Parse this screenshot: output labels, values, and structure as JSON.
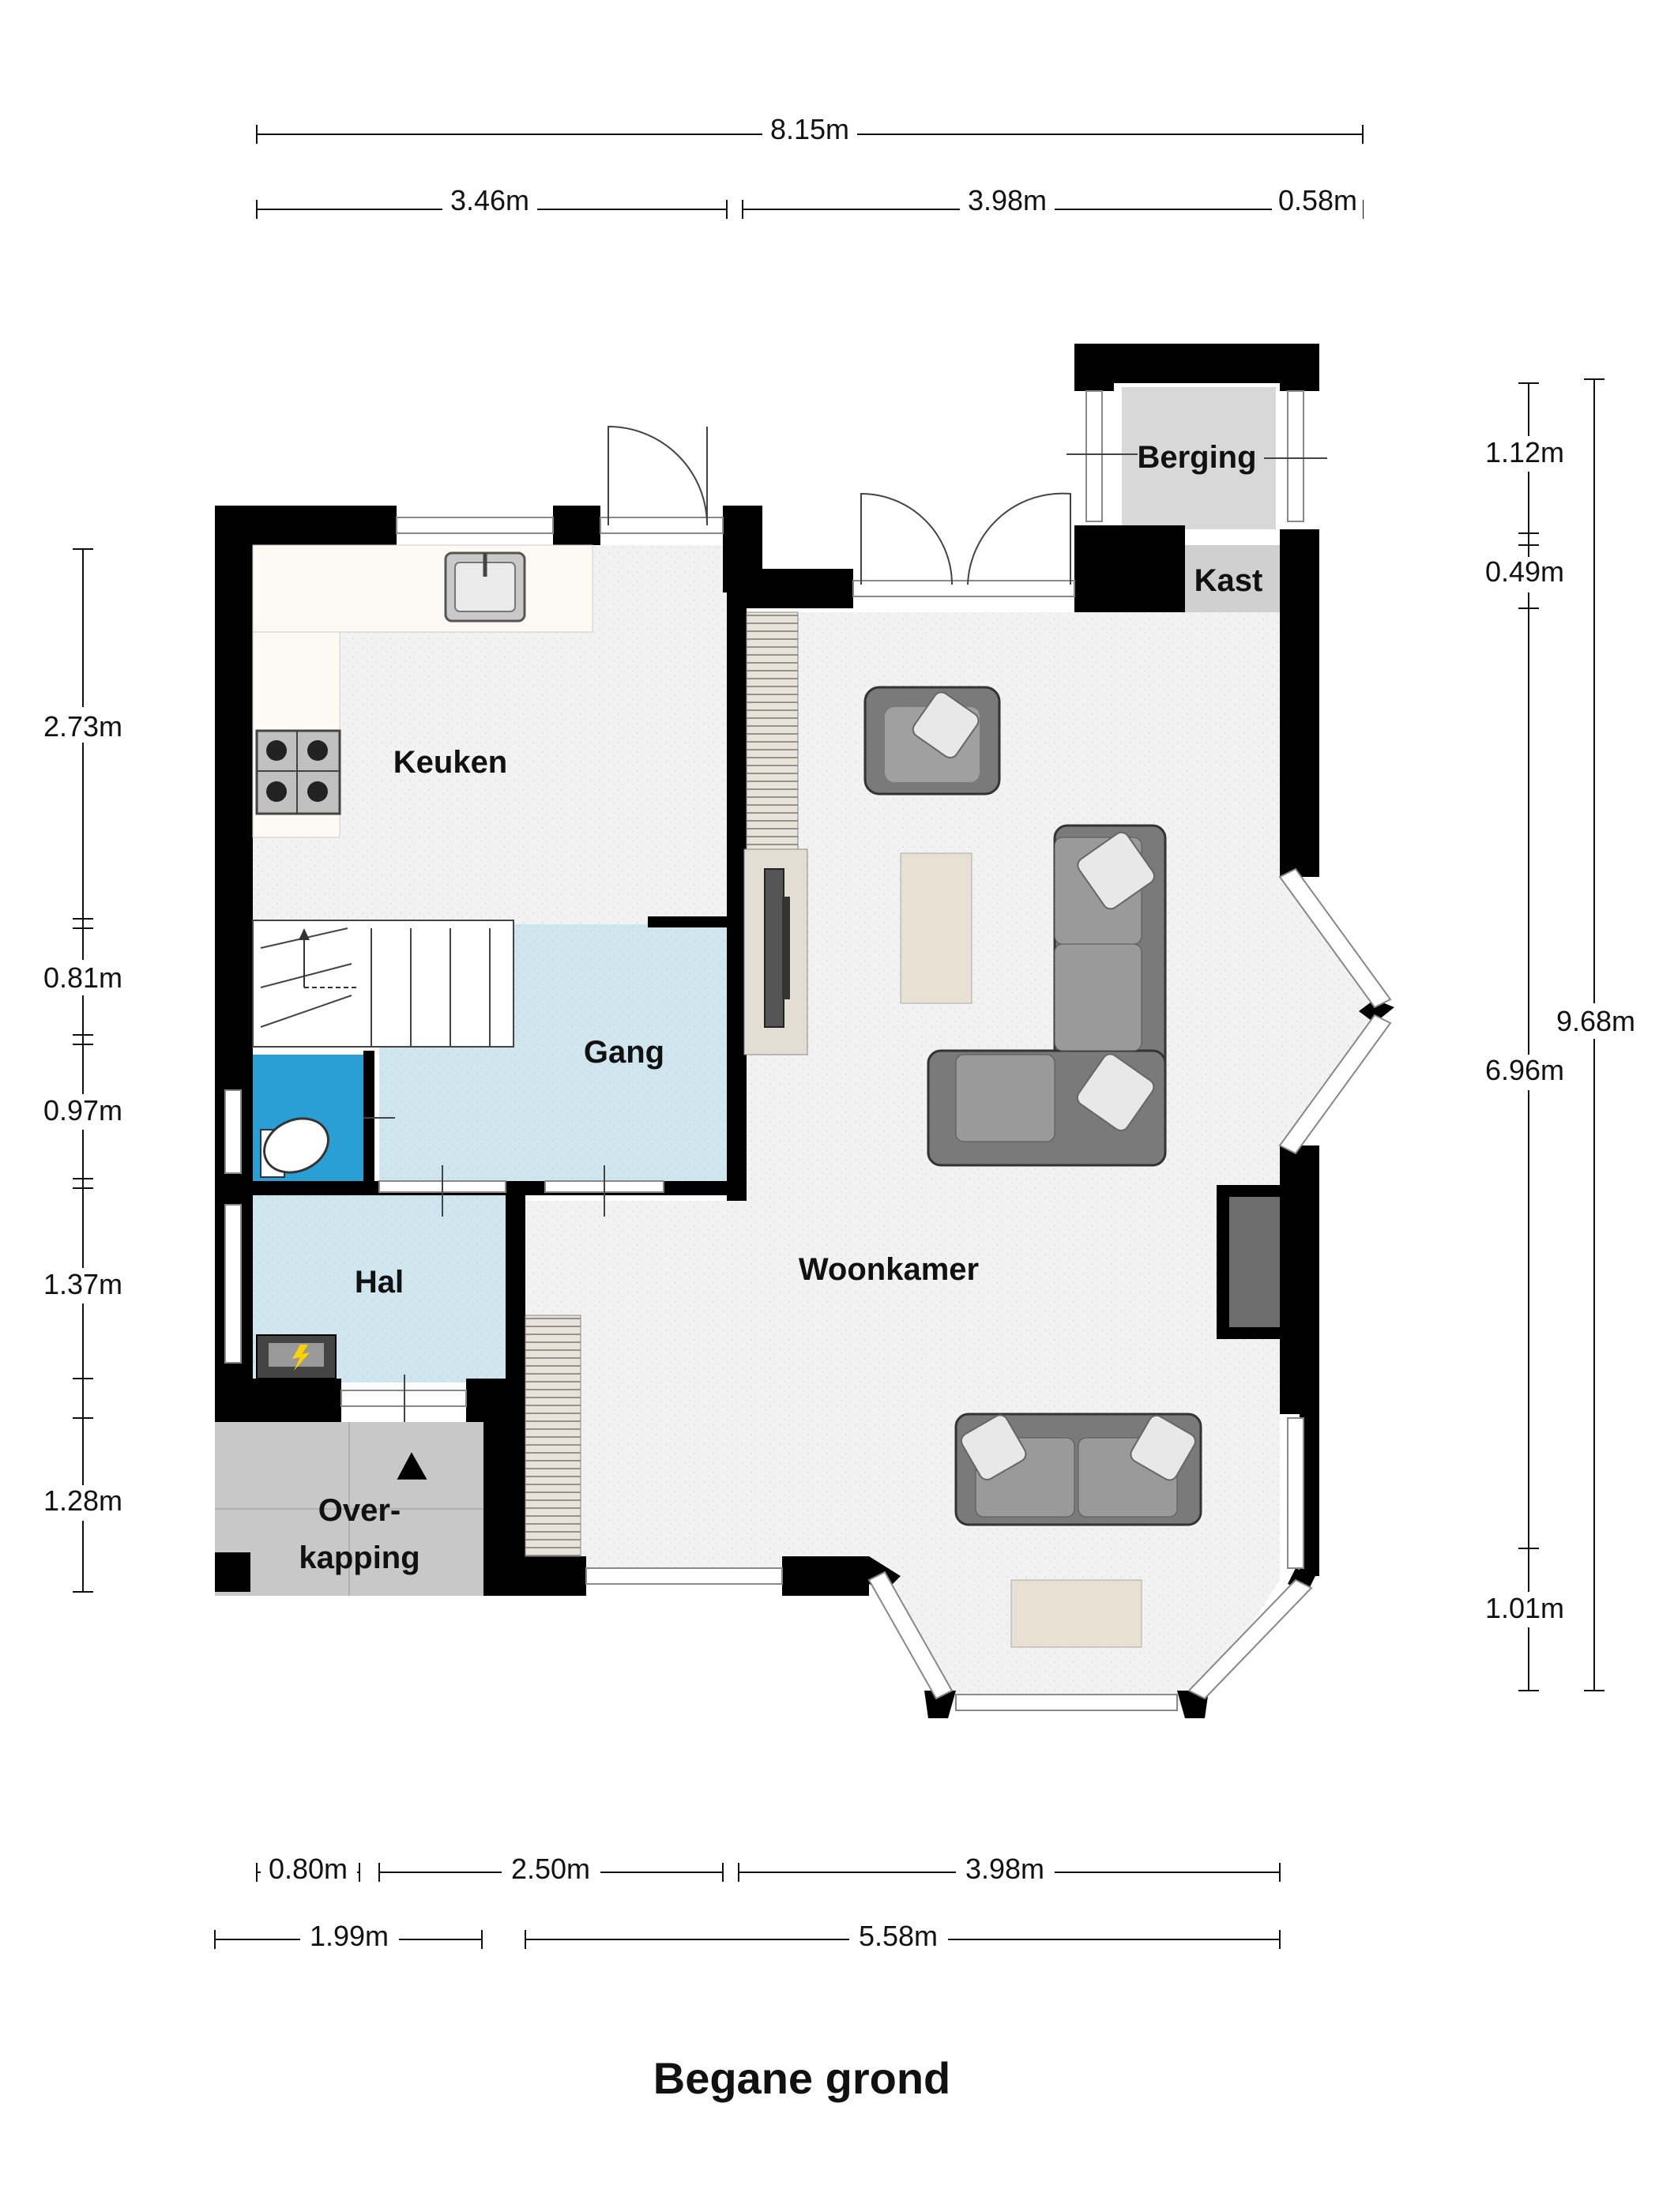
{
  "title": "Begane grond",
  "dimensions": {
    "top_total": "8.15m",
    "top_left": "3.46m",
    "top_mid": "3.98m",
    "top_right": "0.58m",
    "left_1": "2.73m",
    "left_2": "0.81m",
    "left_3": "0.97m",
    "left_4": "1.37m",
    "left_5": "1.28m",
    "right_1": "1.12m",
    "right_2": "0.49m",
    "right_3": "6.96m",
    "right_4": "1.01m",
    "right_total": "9.68m",
    "bottom_1": "0.80m",
    "bottom_2": "2.50m",
    "bottom_3": "3.98m",
    "bottom_4": "1.99m",
    "bottom_5": "5.58m"
  },
  "rooms": {
    "keuken": "Keuken",
    "gang": "Gang",
    "hal": "Hal",
    "overkapping_1": "Over-",
    "overkapping_2": "kapping",
    "woonkamer": "Woonkamer",
    "berging": "Berging",
    "kast": "Kast"
  },
  "colors": {
    "wall": "#000000",
    "floor_grey": "#f0f0f0",
    "floor_blue": "#cfe6ee",
    "toilet_blue": "#2a9fd6",
    "furniture_grey": "#8a8a8a",
    "outdoor_grey": "#c8c8c8"
  },
  "icons": [
    "sink-icon",
    "stove-icon",
    "toilet-icon",
    "sofa-icon",
    "armchair-icon",
    "tv-icon",
    "fireplace-icon",
    "meter-cabinet-icon",
    "entrance-arrow-icon"
  ]
}
